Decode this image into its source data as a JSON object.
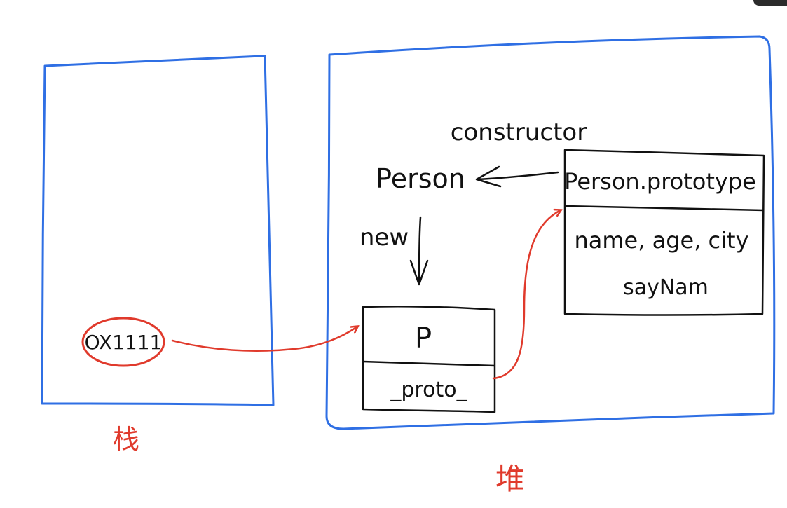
{
  "colors": {
    "ink": "#111111",
    "blue": "#2f6fe4",
    "red": "#e03a2c"
  },
  "stack": {
    "label": "栈",
    "address": "OX1111"
  },
  "heap": {
    "label": "堆",
    "constructor_label": "constructor",
    "person": "Person",
    "new_label": "new",
    "instance": {
      "name": "P",
      "proto": "_proto_"
    },
    "prototype": {
      "title": "Person.prototype",
      "props": "name, age, city",
      "method": "sayNam"
    }
  }
}
